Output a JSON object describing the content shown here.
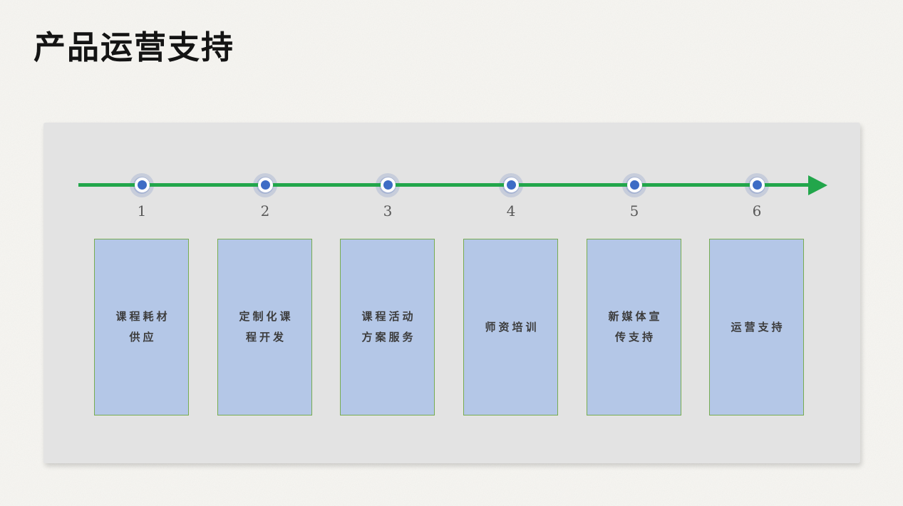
{
  "slide": {
    "title": "产品运营支持"
  },
  "colors": {
    "background": "#f6f5f1",
    "panel": "#e3e3e3",
    "timeline_green": "#22a64b",
    "dot_blue": "#3d6cc5",
    "box_fill": "#b4c7e7",
    "box_border": "#77ac51",
    "first_box_border": "#1aa34c",
    "number_gray": "#595959"
  },
  "timeline": {
    "steps": [
      {
        "number": "1",
        "label": "课程耗材\n供应"
      },
      {
        "number": "2",
        "label": "定制化课\n程开发"
      },
      {
        "number": "3",
        "label": "课程活动\n方案服务"
      },
      {
        "number": "4",
        "label": "师资培训"
      },
      {
        "number": "5",
        "label": "新媒体宣\n传支持"
      },
      {
        "number": "6",
        "label": "运营支持"
      }
    ]
  }
}
